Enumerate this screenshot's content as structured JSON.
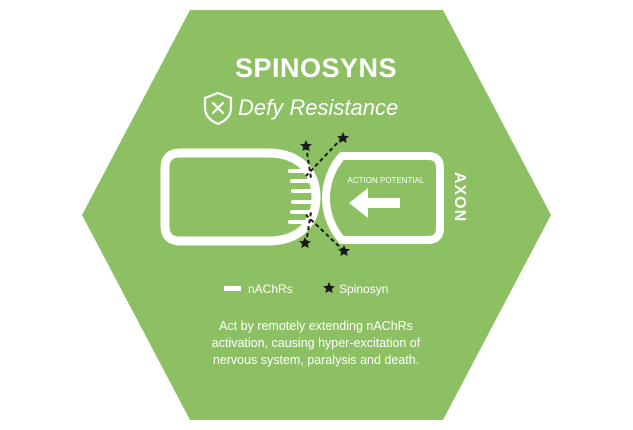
{
  "title": "SPINOSYNS",
  "subtitle": "Defy Resistance",
  "badge_icon": "shield-x-icon",
  "diagram": {
    "action_potential_label": "ACTION POTENTIAL",
    "axon_label": "AXON"
  },
  "legend": {
    "nachrs_label": "nAChRs",
    "spinosyn_label": "Spinosyn"
  },
  "description": {
    "line1": "Act by remotely extending nAChRs",
    "line2": "activation, causing hyper-excitation of",
    "line3": "nervous system, paralysis and death."
  },
  "colors": {
    "background_hex": "#8cc063",
    "foreground": "#ffffff",
    "marker": "#1a1a1a"
  }
}
